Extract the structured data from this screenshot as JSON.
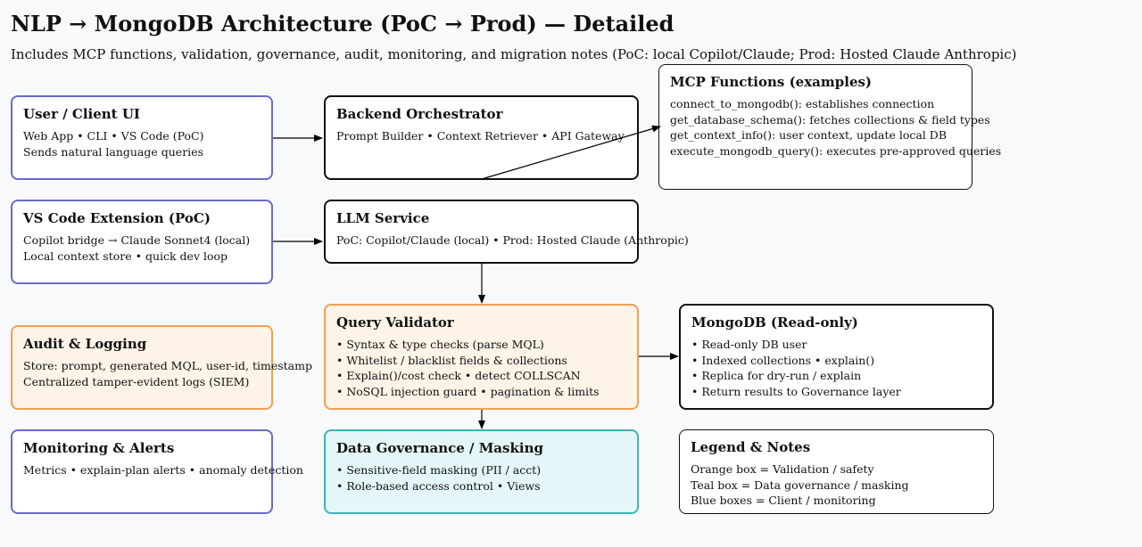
{
  "header": {
    "title": "NLP → MongoDB Architecture (PoC → Prod) — Detailed",
    "subtitle": "Includes MCP functions, validation, governance, audit, monitoring, and migration notes (PoC: local Copilot/Claude; Prod: Hosted Claude Anthropic)"
  },
  "boxes": {
    "user_ui": {
      "title": "User / Client UI",
      "lines": [
        "Web App • CLI • VS Code (PoC)",
        "Sends natural language queries"
      ]
    },
    "vscode": {
      "title": "VS Code Extension (PoC)",
      "lines": [
        "Copilot bridge → Claude Sonnet4 (local)",
        "Local context store • quick dev loop"
      ]
    },
    "audit": {
      "title": "Audit & Logging",
      "lines": [
        "Store: prompt, generated MQL, user-id, timestamp",
        "Centralized tamper-evident logs (SIEM)"
      ]
    },
    "monitoring": {
      "title": "Monitoring & Alerts",
      "lines": [
        "Metrics • explain-plan alerts • anomaly detection"
      ]
    },
    "backend": {
      "title": "Backend Orchestrator",
      "lines": [
        "Prompt Builder • Context Retriever • API Gateway"
      ]
    },
    "llm": {
      "title": "LLM Service",
      "lines": [
        "PoC: Copilot/Claude (local) • Prod: Hosted Claude (Anthropic)"
      ]
    },
    "validator": {
      "title": "Query Validator",
      "lines": [
        "• Syntax & type checks (parse MQL)",
        "• Whitelist / blacklist fields & collections",
        "• Explain()/cost check • detect COLLSCAN",
        "• NoSQL injection guard • pagination & limits"
      ]
    },
    "governance": {
      "title": "Data Governance / Masking",
      "lines": [
        "• Sensitive-field masking (PII / acct)",
        "• Role-based access control • Views"
      ]
    },
    "mcp": {
      "title": "MCP Functions (examples)",
      "lines": [
        "connect_to_mongodb(): establishes connection",
        "get_database_schema(): fetches collections & field types",
        "get_context_info(): user context, update local DB",
        "execute_mongodb_query(): executes pre-approved queries"
      ]
    },
    "mongodb": {
      "title": "MongoDB (Read-only)",
      "lines": [
        "• Read-only DB user",
        "• Indexed collections • explain()",
        "• Replica for dry-run / explain",
        "• Return results to Governance layer"
      ]
    },
    "legend": {
      "title": "Legend & Notes",
      "lines": [
        "Orange box = Validation / safety",
        "Teal box = Data governance / masking",
        "Blue boxes = Client / monitoring"
      ]
    }
  },
  "colors": {
    "blue_border": "#6a6ac8",
    "orange_border": "#f0a050",
    "orange_fill": "#fdf3e7",
    "teal_border": "#3fb3ba",
    "teal_fill": "#e4f6f8"
  }
}
